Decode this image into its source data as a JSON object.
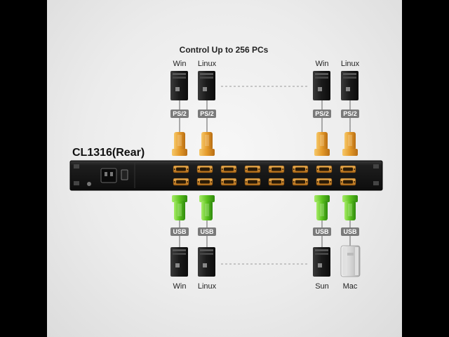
{
  "diagram": {
    "title": "Control Up to 256 PCs",
    "device_label": "CL1316(Rear)",
    "top_computers": [
      {
        "os": "Win",
        "port": "PS/2"
      },
      {
        "os": "Linux",
        "port": "PS/2"
      },
      {
        "os": "Win",
        "port": "PS/2"
      },
      {
        "os": "Linux",
        "port": "PS/2"
      }
    ],
    "bottom_computers": [
      {
        "os": "Win",
        "port": "USB"
      },
      {
        "os": "Linux",
        "port": "USB"
      },
      {
        "os": "Sun",
        "port": "USB"
      },
      {
        "os": "Mac",
        "port": "USB"
      }
    ],
    "colors": {
      "ps2_badge": "#7a7a7a",
      "usb_badge": "#7a7a7a",
      "ps2_connector": "#e8a23a",
      "usb_connector": "#6cc42c",
      "device_body": "#1b1b1b",
      "vga_port": "#d88a2a"
    }
  }
}
